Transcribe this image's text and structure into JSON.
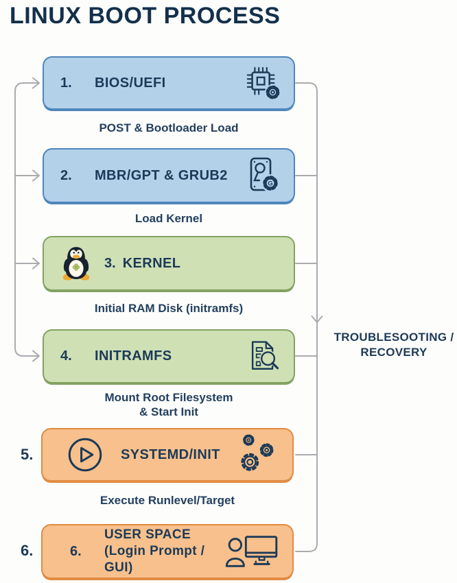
{
  "title": "LINUX BOOT PROCESS",
  "side_label": "TROUBLESOOTING /\nRECOVERY",
  "colors": {
    "blue_fill": "#b3d1e9",
    "blue_border": "#4e86ba",
    "green_fill": "#cfe0b5",
    "green_border": "#84a263",
    "orange_fill": "#f7c08c",
    "orange_border": "#e28b43",
    "text_navy": "#1c3a57",
    "connector_gray": "#a9abad"
  },
  "steps": [
    {
      "number": "1.",
      "label": "BIOS/UEFI",
      "caption": "POST & Bootloader Load",
      "icon": "cpu-chip-gear-icon",
      "scheme": "blue"
    },
    {
      "number": "2.",
      "label": "MBR/GPT & GRUB2",
      "caption": "Load Kernel",
      "icon": "hard-drive-grub-gear-icon",
      "scheme": "blue"
    },
    {
      "number": "3.",
      "label": "KERNEL",
      "caption": "Initial RAM Disk (initramfs)",
      "icon": "tux-penguin-icon",
      "scheme": "green"
    },
    {
      "number": "4.",
      "label": "INITRAMFS",
      "caption": "Mount Root Filesystem\n& Start Init",
      "icon": "document-magnifier-icon",
      "scheme": "green"
    },
    {
      "number": "5.",
      "outer_number": "5.",
      "label": "SYSTEMD/INIT",
      "caption": "Execute Runlevel/Target",
      "icon": "gears-icon",
      "leading_icon": "play-icon",
      "scheme": "orange"
    },
    {
      "number": "6.",
      "outer_number": "6.",
      "label": "USER SPACE",
      "sublabel": "(Login Prompt / GUI)",
      "caption": "",
      "icon": "user-monitor-icon",
      "scheme": "orange"
    }
  ],
  "gear_letter": "G"
}
